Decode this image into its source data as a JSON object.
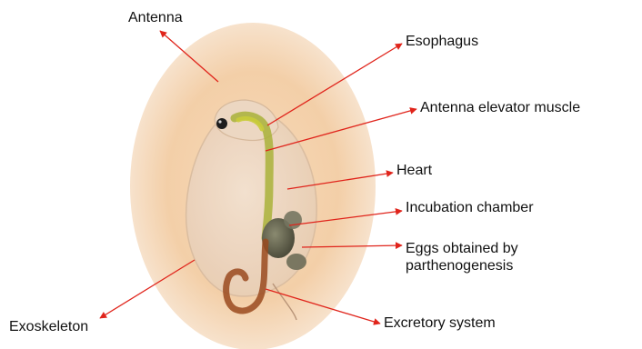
{
  "labels": {
    "antenna": "Antenna",
    "esophagus": "Esophagus",
    "antenna_elevator_muscle": "Antenna elevator muscle",
    "heart": "Heart",
    "incubation_chamber": "Incubation chamber",
    "eggs_line1": "Eggs obtained by",
    "eggs_line2": "parthenogenesis",
    "excretory_system": "Excretory system",
    "exoskeleton": "Exoskeleton"
  },
  "colors": {
    "arrow": "#e0241b",
    "background_glow": "#f3cfa8",
    "body": "#efd9c4",
    "gut": "#a9b23a",
    "intestine": "#9a4a1e",
    "eggs": "#6b6a55",
    "label_text": "#111111"
  }
}
